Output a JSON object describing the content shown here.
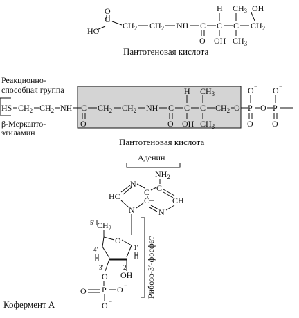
{
  "labels": {
    "pantothenic_acid_top": "Пантотеновая кислота",
    "pantothenic_acid_mid": "Пантотеновая кислота",
    "reactive_group_line1": "Реакционно-",
    "reactive_group_line2": "способная группа",
    "mercapto_line1": "β-Меркапто-",
    "mercapto_line2": "этиламин",
    "adenine": "Аденин",
    "ribose_phosphate": "Рибозо-3′-фосфат",
    "coenzyme": "Кофермент А"
  },
  "top_molecule": {
    "atoms": {
      "HO": "HO",
      "O": "O",
      "C1": "C",
      "CH2a": "CH",
      "CH2b": "CH",
      "NH": "NH",
      "C2": "C",
      "O2": "O",
      "C3": "C",
      "H": "H",
      "OH": "OH",
      "C4": "C",
      "CH3a": "CH",
      "CH3b": "CH",
      "OH2": "OH",
      "CH2c": "CH"
    },
    "subs": {
      "two": "2",
      "three": "3"
    }
  },
  "main_molecule": {
    "atoms": {
      "HS": "HS",
      "CH2a": "CH",
      "CH2b": "CH",
      "NH": "NH",
      "C1": "C",
      "O1": "O",
      "CH2c": "CH",
      "CH2d": "CH",
      "NH2": "NH",
      "C2": "C",
      "O2": "O",
      "C3": "C",
      "H": "H",
      "OH": "OH",
      "C4": "C",
      "CH3a": "CH",
      "CH3b": "CH",
      "CH2e": "CH",
      "Oa": "O",
      "Pa": "P",
      "Ob": "O",
      "Pb": "P",
      "Otop1": "O",
      "Otop2": "O",
      "Obot1": "O",
      "Obot2": "O"
    },
    "subs": {
      "two": "2",
      "three": "3"
    },
    "charges": {
      "minus": "−"
    }
  },
  "adenine": {
    "atoms": {
      "NH2": "NH",
      "C6": "C",
      "N1": "N",
      "CH2": "CH",
      "N3": "N",
      "C4": "C",
      "C5": "C",
      "N7": "N",
      "HC8": "HC",
      "N9": "N"
    },
    "subs": {
      "two": "2"
    }
  },
  "ribose": {
    "atoms": {
      "CH2": "CH",
      "O": "O",
      "OH": "OH",
      "Oester": "O",
      "P": "P",
      "Op1": "O",
      "Op2": "O",
      "Op3": "O"
    },
    "subs": {
      "two": "2"
    },
    "primes": {
      "p5": "5′",
      "p4": "4′",
      "p3": "3′",
      "p2": "2′",
      "p1": "1′"
    },
    "charges": {
      "minus": "−"
    }
  },
  "colors": {
    "box_fill": "#d4d4d4",
    "ink": "#111111",
    "background": "#ffffff"
  }
}
